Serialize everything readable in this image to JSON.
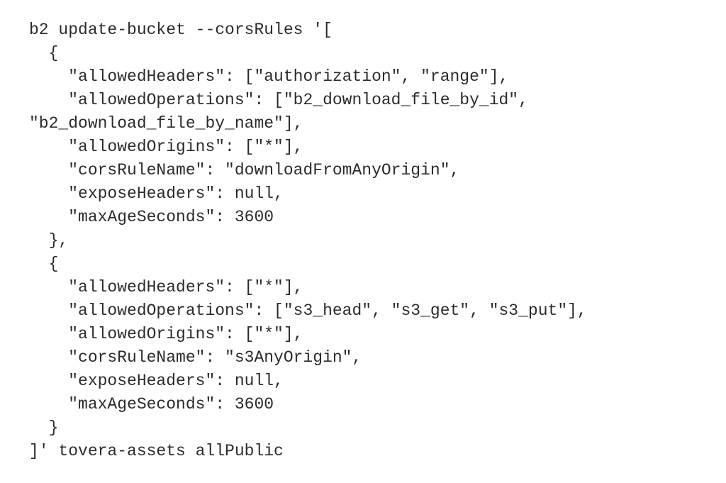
{
  "document": {
    "lines": [
      "b2 update-bucket --corsRules '[",
      "  {",
      "    \"allowedHeaders\": [\"authorization\", \"range\"],",
      "    \"allowedOperations\": [\"b2_download_file_by_id\",",
      "\"b2_download_file_by_name\"],",
      "    \"allowedOrigins\": [\"*\"],",
      "    \"corsRuleName\": \"downloadFromAnyOrigin\",",
      "    \"exposeHeaders\": null,",
      "    \"maxAgeSeconds\": 3600",
      "  },",
      "  {",
      "    \"allowedHeaders\": [\"*\"],",
      "    \"allowedOperations\": [\"s3_head\", \"s3_get\", \"s3_put\"],",
      "    \"allowedOrigins\": [\"*\"],",
      "    \"corsRuleName\": \"s3AnyOrigin\",",
      "    \"exposeHeaders\": null,",
      "    \"maxAgeSeconds\": 3600",
      "  }",
      "]' tovera-assets allPublic"
    ]
  }
}
